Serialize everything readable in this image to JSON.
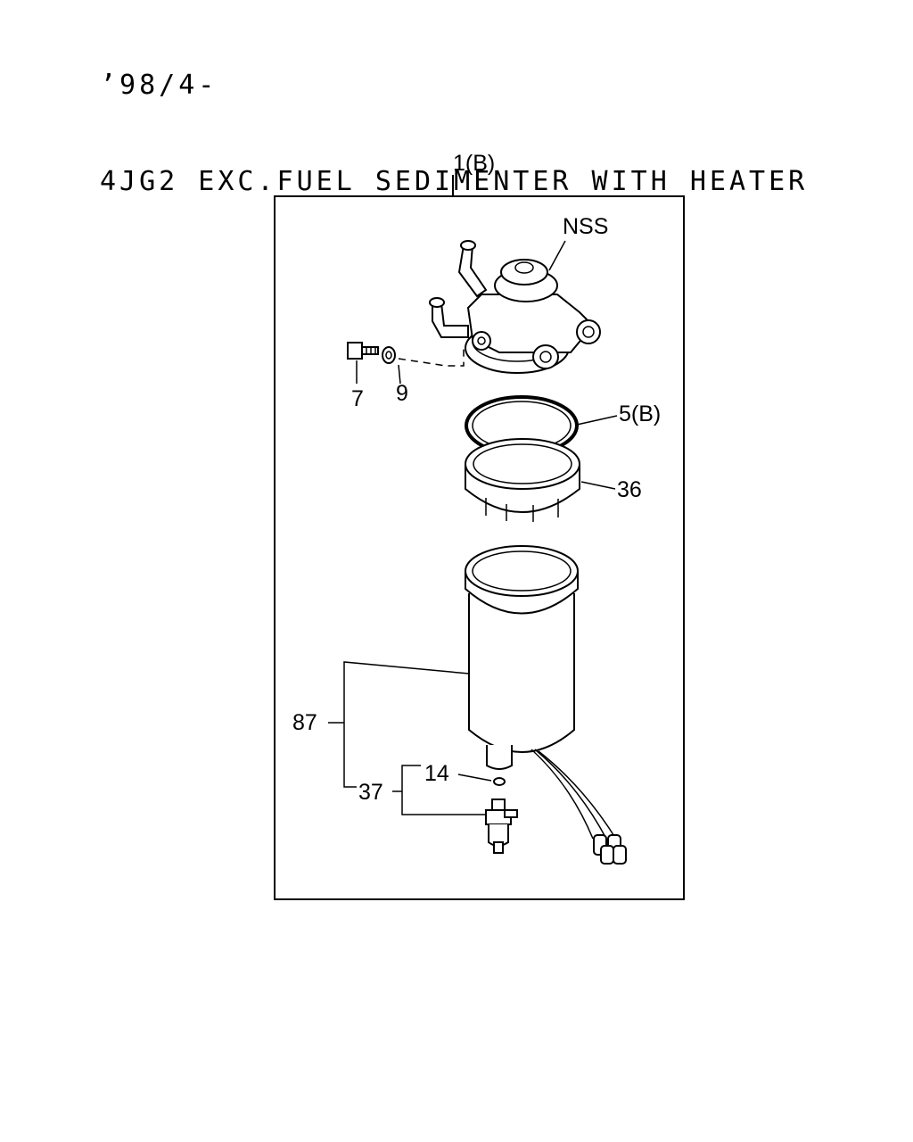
{
  "header": {
    "line1": "’98/4-",
    "line2": "4JG2 EXC.FUEL SEDIMENTER WITH HEATER"
  },
  "callouts": {
    "assembly": "1(B)",
    "nss": "NSS",
    "bolt": "7",
    "washer": "9",
    "oring": "5(B)",
    "ring_nut": "36",
    "bowl": "87",
    "sensor": "37",
    "small_oring": "14"
  }
}
